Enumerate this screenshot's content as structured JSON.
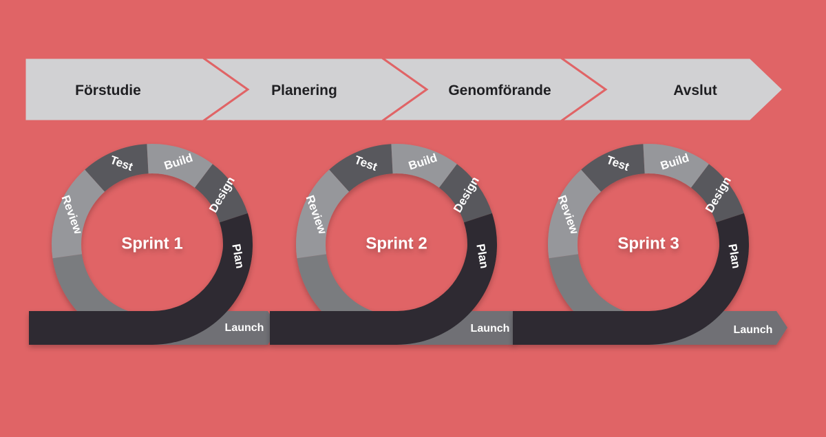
{
  "colors": {
    "background": "#e06466",
    "phase_fill": "#d1d1d3",
    "phase_text": "#1f1f22",
    "segment_light": "#96979b",
    "segment_mid": "#7a7b7f",
    "segment_dark": "#58595d",
    "plan_track": "#2d2c30",
    "launch_arrow": "#6f7074",
    "label_white": "#ffffff"
  },
  "phases": [
    {
      "label": "Förstudie"
    },
    {
      "label": "Planering"
    },
    {
      "label": "Genomförande"
    },
    {
      "label": "Avslut"
    }
  ],
  "sprints": [
    {
      "title": "Sprint 1",
      "stages": {
        "review": "Review",
        "test": "Test",
        "build": "Build",
        "design": "Design",
        "plan": "Plan"
      },
      "launch": "Launch"
    },
    {
      "title": "Sprint 2",
      "stages": {
        "review": "Review",
        "test": "Test",
        "build": "Build",
        "design": "Design",
        "plan": "Plan"
      },
      "launch": "Launch"
    },
    {
      "title": "Sprint 3",
      "stages": {
        "review": "Review",
        "test": "Test",
        "build": "Build",
        "design": "Design",
        "plan": "Plan"
      },
      "launch": "Launch"
    }
  ]
}
